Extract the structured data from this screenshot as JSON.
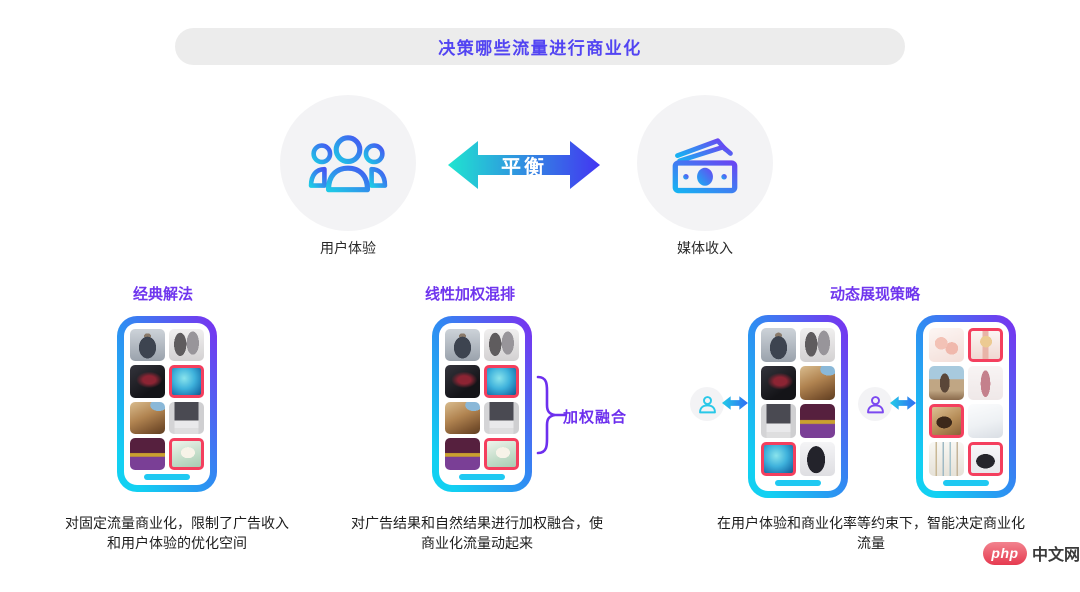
{
  "header": {
    "title": "决策哪些流量进行商业化"
  },
  "balance": {
    "left_label": "用户体验",
    "right_label": "媒体收入",
    "arrow_label": "平衡"
  },
  "sections": [
    {
      "title": "经典解法",
      "caption": [
        "对固定流量商业化，限制了广告收入",
        "和用户体验的优化空间"
      ]
    },
    {
      "title": "线性加权混排",
      "annotation": "加权融合",
      "caption": [
        "对广告结果和自然结果进行加权融合，使",
        "商业化流量动起来"
      ]
    },
    {
      "title": "动态展现策略",
      "caption": [
        "在用户体验和商业化率等约束下，智能决定商业化",
        "流量"
      ]
    }
  ],
  "phones": {
    "classic": {
      "tiles": [
        {
          "kind": "man-jacket",
          "highlighted": false
        },
        {
          "kind": "coats",
          "highlighted": false
        },
        {
          "kind": "gpu",
          "highlighted": false
        },
        {
          "kind": "basketball",
          "highlighted": true
        },
        {
          "kind": "chair",
          "highlighted": false
        },
        {
          "kind": "jeans-shoes",
          "highlighted": false
        },
        {
          "kind": "cake",
          "highlighted": false
        },
        {
          "kind": "dessert",
          "highlighted": true
        }
      ]
    },
    "weighted": {
      "tiles": [
        {
          "kind": "man-jacket",
          "highlighted": false
        },
        {
          "kind": "coats",
          "highlighted": false
        },
        {
          "kind": "gpu",
          "highlighted": false
        },
        {
          "kind": "basketball",
          "highlighted": true
        },
        {
          "kind": "chair",
          "highlighted": false
        },
        {
          "kind": "jeans-shoes",
          "highlighted": false
        },
        {
          "kind": "cake",
          "highlighted": false
        },
        {
          "kind": "dessert",
          "highlighted": true
        }
      ]
    },
    "dynamic_left": {
      "tiles": [
        {
          "kind": "man-jacket",
          "highlighted": false
        },
        {
          "kind": "coats",
          "highlighted": false
        },
        {
          "kind": "gpu",
          "highlighted": false
        },
        {
          "kind": "chair",
          "highlighted": false
        },
        {
          "kind": "jeans-shoes",
          "highlighted": false
        },
        {
          "kind": "cake",
          "highlighted": false
        },
        {
          "kind": "basketball",
          "highlighted": true
        },
        {
          "kind": "trash-bin",
          "highlighted": false
        }
      ]
    },
    "dynamic_right": {
      "tiles": [
        {
          "kind": "peach",
          "highlighted": false
        },
        {
          "kind": "watch",
          "highlighted": true
        },
        {
          "kind": "beach-woman",
          "highlighted": false
        },
        {
          "kind": "lipstick",
          "highlighted": false
        },
        {
          "kind": "boots",
          "highlighted": true
        },
        {
          "kind": "hoodie",
          "highlighted": false
        },
        {
          "kind": "brushes",
          "highlighted": false
        },
        {
          "kind": "handbag",
          "highlighted": true
        }
      ]
    }
  },
  "colors": {
    "accent_purple": "#6F35EE",
    "accent_blue": "#4435F0",
    "accent_cyan": "#12D0F2",
    "highlight_red": "#F43F5E",
    "pill_bg": "#ECECEC",
    "header_text": "#5244F2",
    "logo_red": "#E63A50"
  },
  "logo": {
    "badge": "php",
    "text": "中文网"
  }
}
